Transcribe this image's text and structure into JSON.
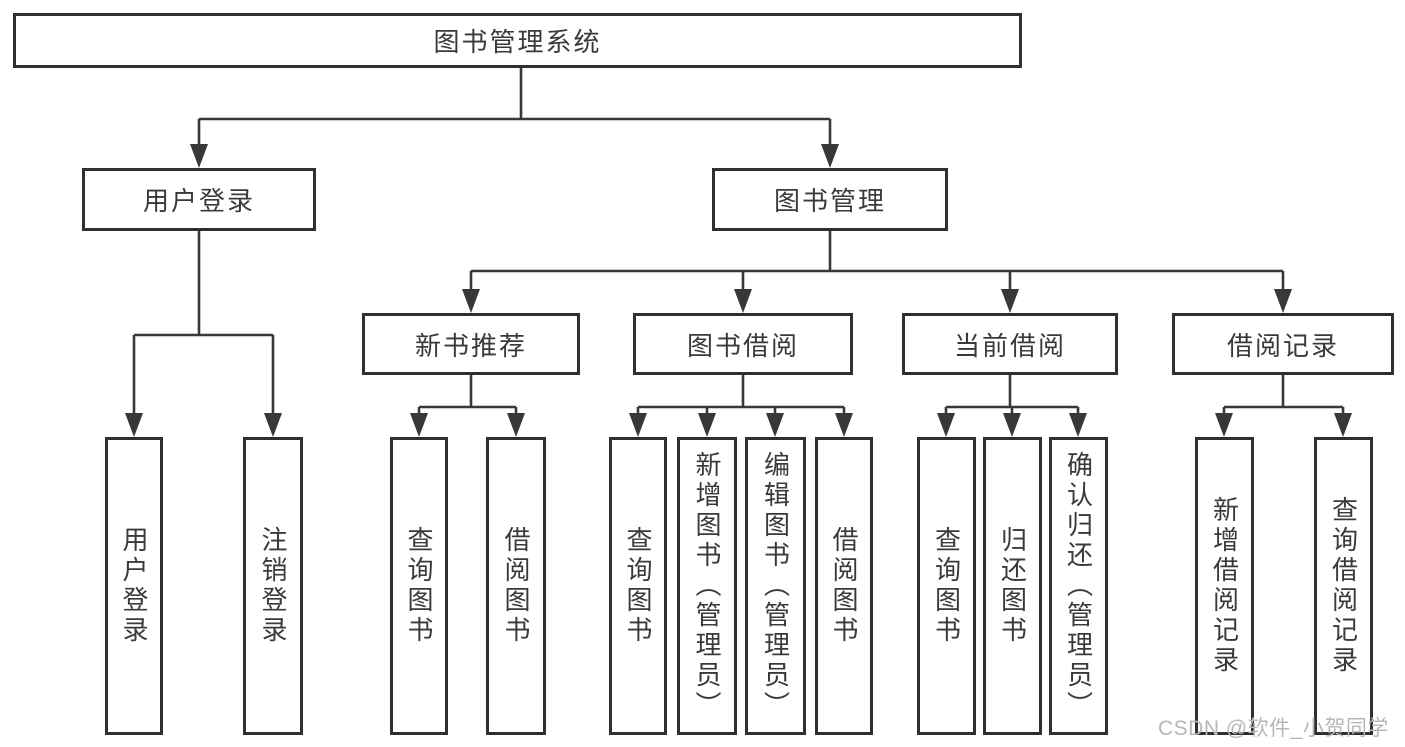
{
  "tree": {
    "label": "图书管理系统",
    "children": [
      {
        "label": "用户登录",
        "children": [
          {
            "label": "用户登录"
          },
          {
            "label": "注销登录"
          }
        ]
      },
      {
        "label": "图书管理",
        "children": [
          {
            "label": "新书推荐",
            "children": [
              {
                "label": "查询图书"
              },
              {
                "label": "借阅图书"
              }
            ]
          },
          {
            "label": "图书借阅",
            "children": [
              {
                "label": "查询图书"
              },
              {
                "label": "新增图书（管理员）"
              },
              {
                "label": "编辑图书（管理员）"
              },
              {
                "label": "借阅图书"
              }
            ]
          },
          {
            "label": "当前借阅",
            "children": [
              {
                "label": "查询图书"
              },
              {
                "label": "归还图书"
              },
              {
                "label": "确认归还（管理员）"
              }
            ]
          },
          {
            "label": "借阅记录",
            "children": [
              {
                "label": "新增借阅记录"
              },
              {
                "label": "查询借阅记录"
              }
            ]
          }
        ]
      }
    ]
  },
  "watermark": {
    "text": "CSDN @软件_小贺同学"
  },
  "colors": {
    "line": "#383838",
    "border": "#2f2f2f",
    "text": "#3a3a3a",
    "watermark": "#b7b7b7",
    "background": "#ffffff"
  }
}
